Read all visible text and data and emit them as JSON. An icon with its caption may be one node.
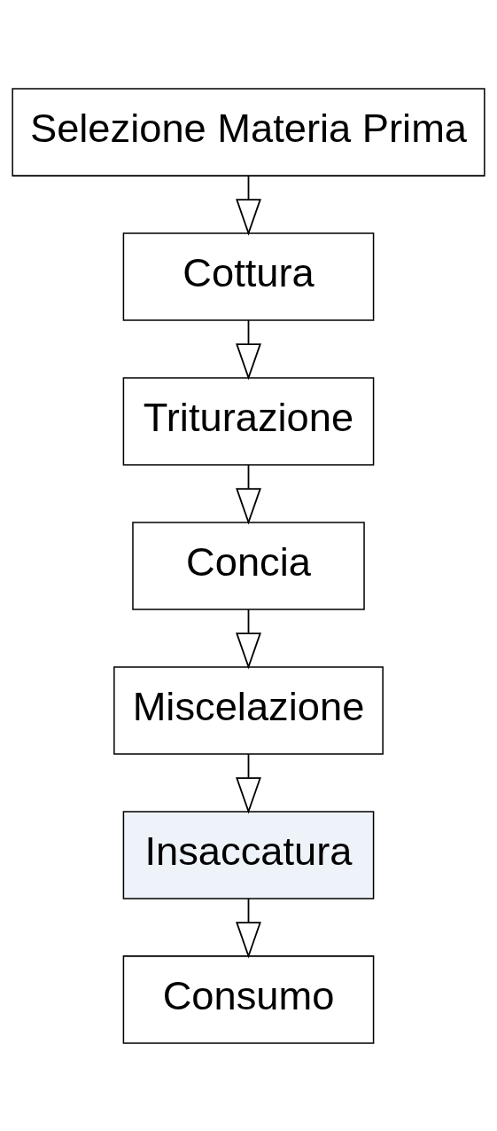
{
  "diagram": {
    "nodes": [
      {
        "text": [
          "Selezione Materia Prima"
        ]
      },
      {
        "text": [
          "Cottura"
        ]
      },
      {
        "text": [
          "Triturazione"
        ]
      },
      {
        "text": [
          "Concia"
        ]
      },
      {
        "text": [
          "Miscelazione"
        ]
      },
      {
        "text": [
          "Insaccatura"
        ]
      },
      {
        "text": [
          "Consumo"
        ]
      }
    ],
    "edges": [
      {
        "from": 0,
        "to": 1,
        "arrow": "to"
      },
      {
        "from": 1,
        "to": 2,
        "arrow": "to"
      },
      {
        "from": 2,
        "to": 3,
        "arrow": "to"
      },
      {
        "from": 3,
        "to": 4,
        "arrow": "to"
      },
      {
        "from": 4,
        "to": 5,
        "arrow": "to"
      },
      {
        "from": 5,
        "to": 6,
        "arrow": "to"
      }
    ]
  }
}
